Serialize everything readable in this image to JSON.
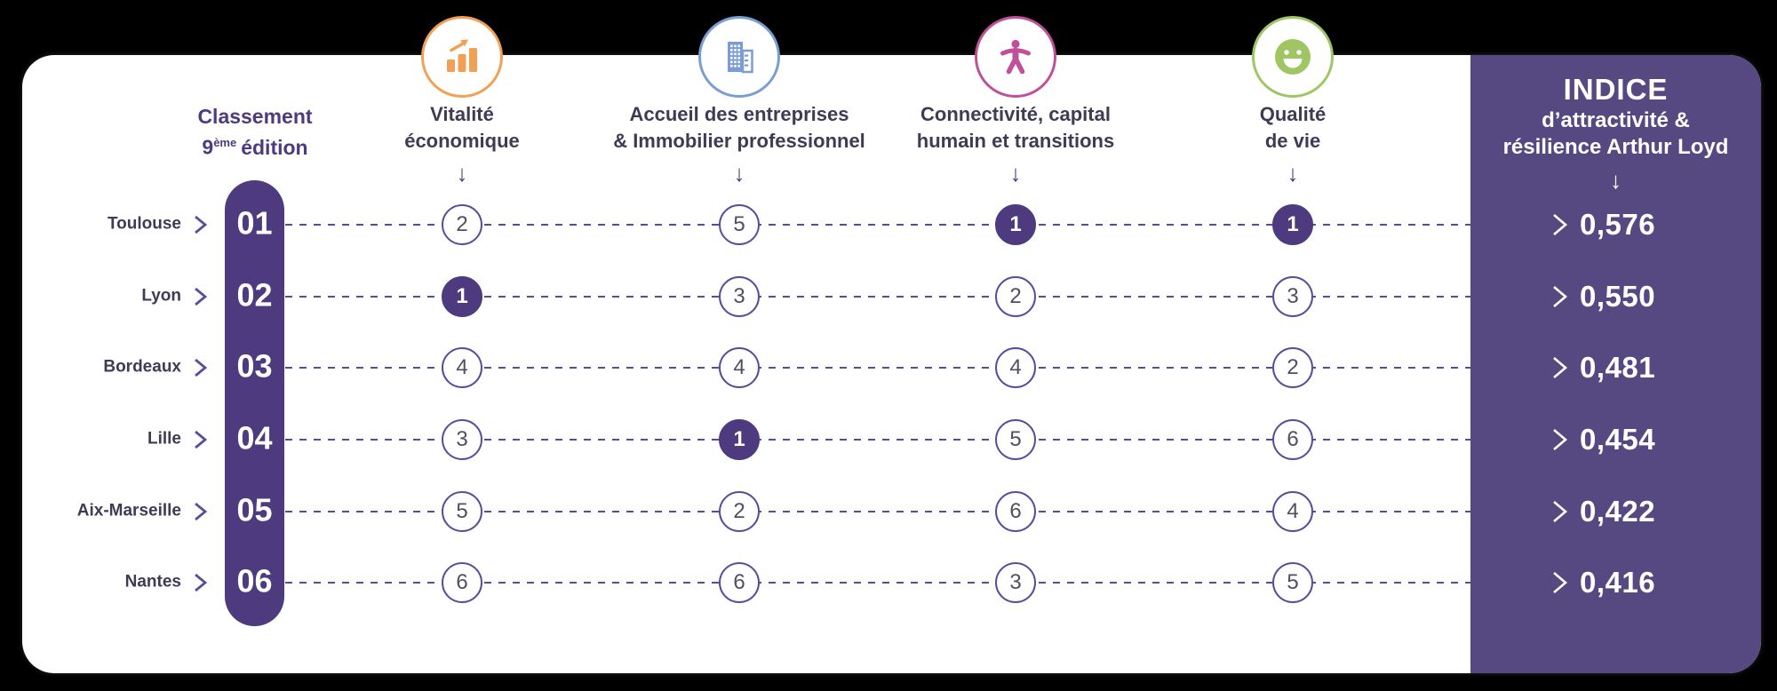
{
  "title": {
    "line1": "Classement",
    "edition_number": "9",
    "edition_sup": "ème",
    "edition_rest": "édition"
  },
  "glyphs": {
    "down_arrow": "↓"
  },
  "columns": [
    {
      "name": "vitalite-economique",
      "icon": "bar-chart-icon",
      "color": "#F0A155",
      "label1": "Vitalité",
      "label2": "économique"
    },
    {
      "name": "accueil-entreprises-immobilier",
      "icon": "building-icon",
      "color": "#7A9ED3",
      "label1": "Accueil des entreprises",
      "label2": "& Immobilier professionnel"
    },
    {
      "name": "connectivite-capital-humain",
      "icon": "person-icon",
      "color": "#C0509A",
      "label1": "Connectivité, capital",
      "label2": "humain et transitions"
    },
    {
      "name": "qualite-de-vie",
      "icon": "smiley-icon",
      "color": "#A0C663",
      "label1": "Qualité",
      "label2": "de vie"
    }
  ],
  "panel": {
    "title": "INDICE",
    "subtitle1": "d’attractivité &",
    "subtitle2": "résilience Arthur Loyd"
  },
  "chart_data": {
    "type": "table",
    "title": "Classement 9ème édition",
    "columns": [
      "Vitalité économique",
      "Accueil des entreprises & Immobilier professionnel",
      "Connectivité, capital humain et transitions",
      "Qualité de vie",
      "INDICE d’attractivité & résilience Arthur Loyd"
    ],
    "rows": [
      {
        "city": "Toulouse",
        "rank": "01",
        "scores": [
          2,
          5,
          1,
          1
        ],
        "indice": "0,576"
      },
      {
        "city": "Lyon",
        "rank": "02",
        "scores": [
          1,
          3,
          2,
          3
        ],
        "indice": "0,550"
      },
      {
        "city": "Bordeaux",
        "rank": "03",
        "scores": [
          4,
          4,
          4,
          2
        ],
        "indice": "0,481"
      },
      {
        "city": "Lille",
        "rank": "04",
        "scores": [
          3,
          1,
          5,
          6
        ],
        "indice": "0,454"
      },
      {
        "city": "Aix-Marseille",
        "rank": "05",
        "scores": [
          5,
          2,
          6,
          4
        ],
        "indice": "0,422"
      },
      {
        "city": "Nantes",
        "rank": "06",
        "scores": [
          6,
          6,
          3,
          5
        ],
        "indice": "0,416"
      }
    ]
  },
  "colors": {
    "deep_purple": "#4E3A7E",
    "panel_purple": "#564982",
    "line_purple": "#5C4B9D",
    "text_dark": "#3E3C55",
    "orange": "#F0A155",
    "blue": "#7A9ED3",
    "pink": "#C0509A",
    "green": "#A0C663"
  }
}
